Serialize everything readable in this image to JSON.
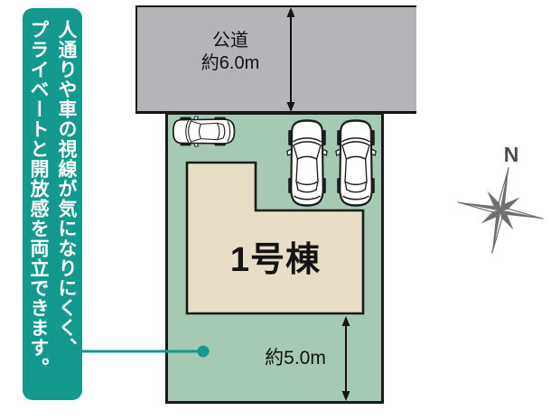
{
  "callout": {
    "text_column_right": "人通りや車の視線が気になりにくく、",
    "text_column_left": "プライベートと開放感を両立できます。",
    "accent_color": "#14998f"
  },
  "site_plan": {
    "road": {
      "type_label": "公道",
      "width_label": "約6.0m",
      "fill_color": "#b5b5b9"
    },
    "plot": {
      "fill_color": "#a5c9b3",
      "outline_color": "#1a1a1a"
    },
    "building": {
      "label": "1号棟",
      "fill_color": "#e8ddc6"
    },
    "setback": {
      "label": "約5.0m"
    },
    "compass": {
      "north_label": "N",
      "color": "#6f6f6f"
    },
    "parked_cars": 3
  }
}
